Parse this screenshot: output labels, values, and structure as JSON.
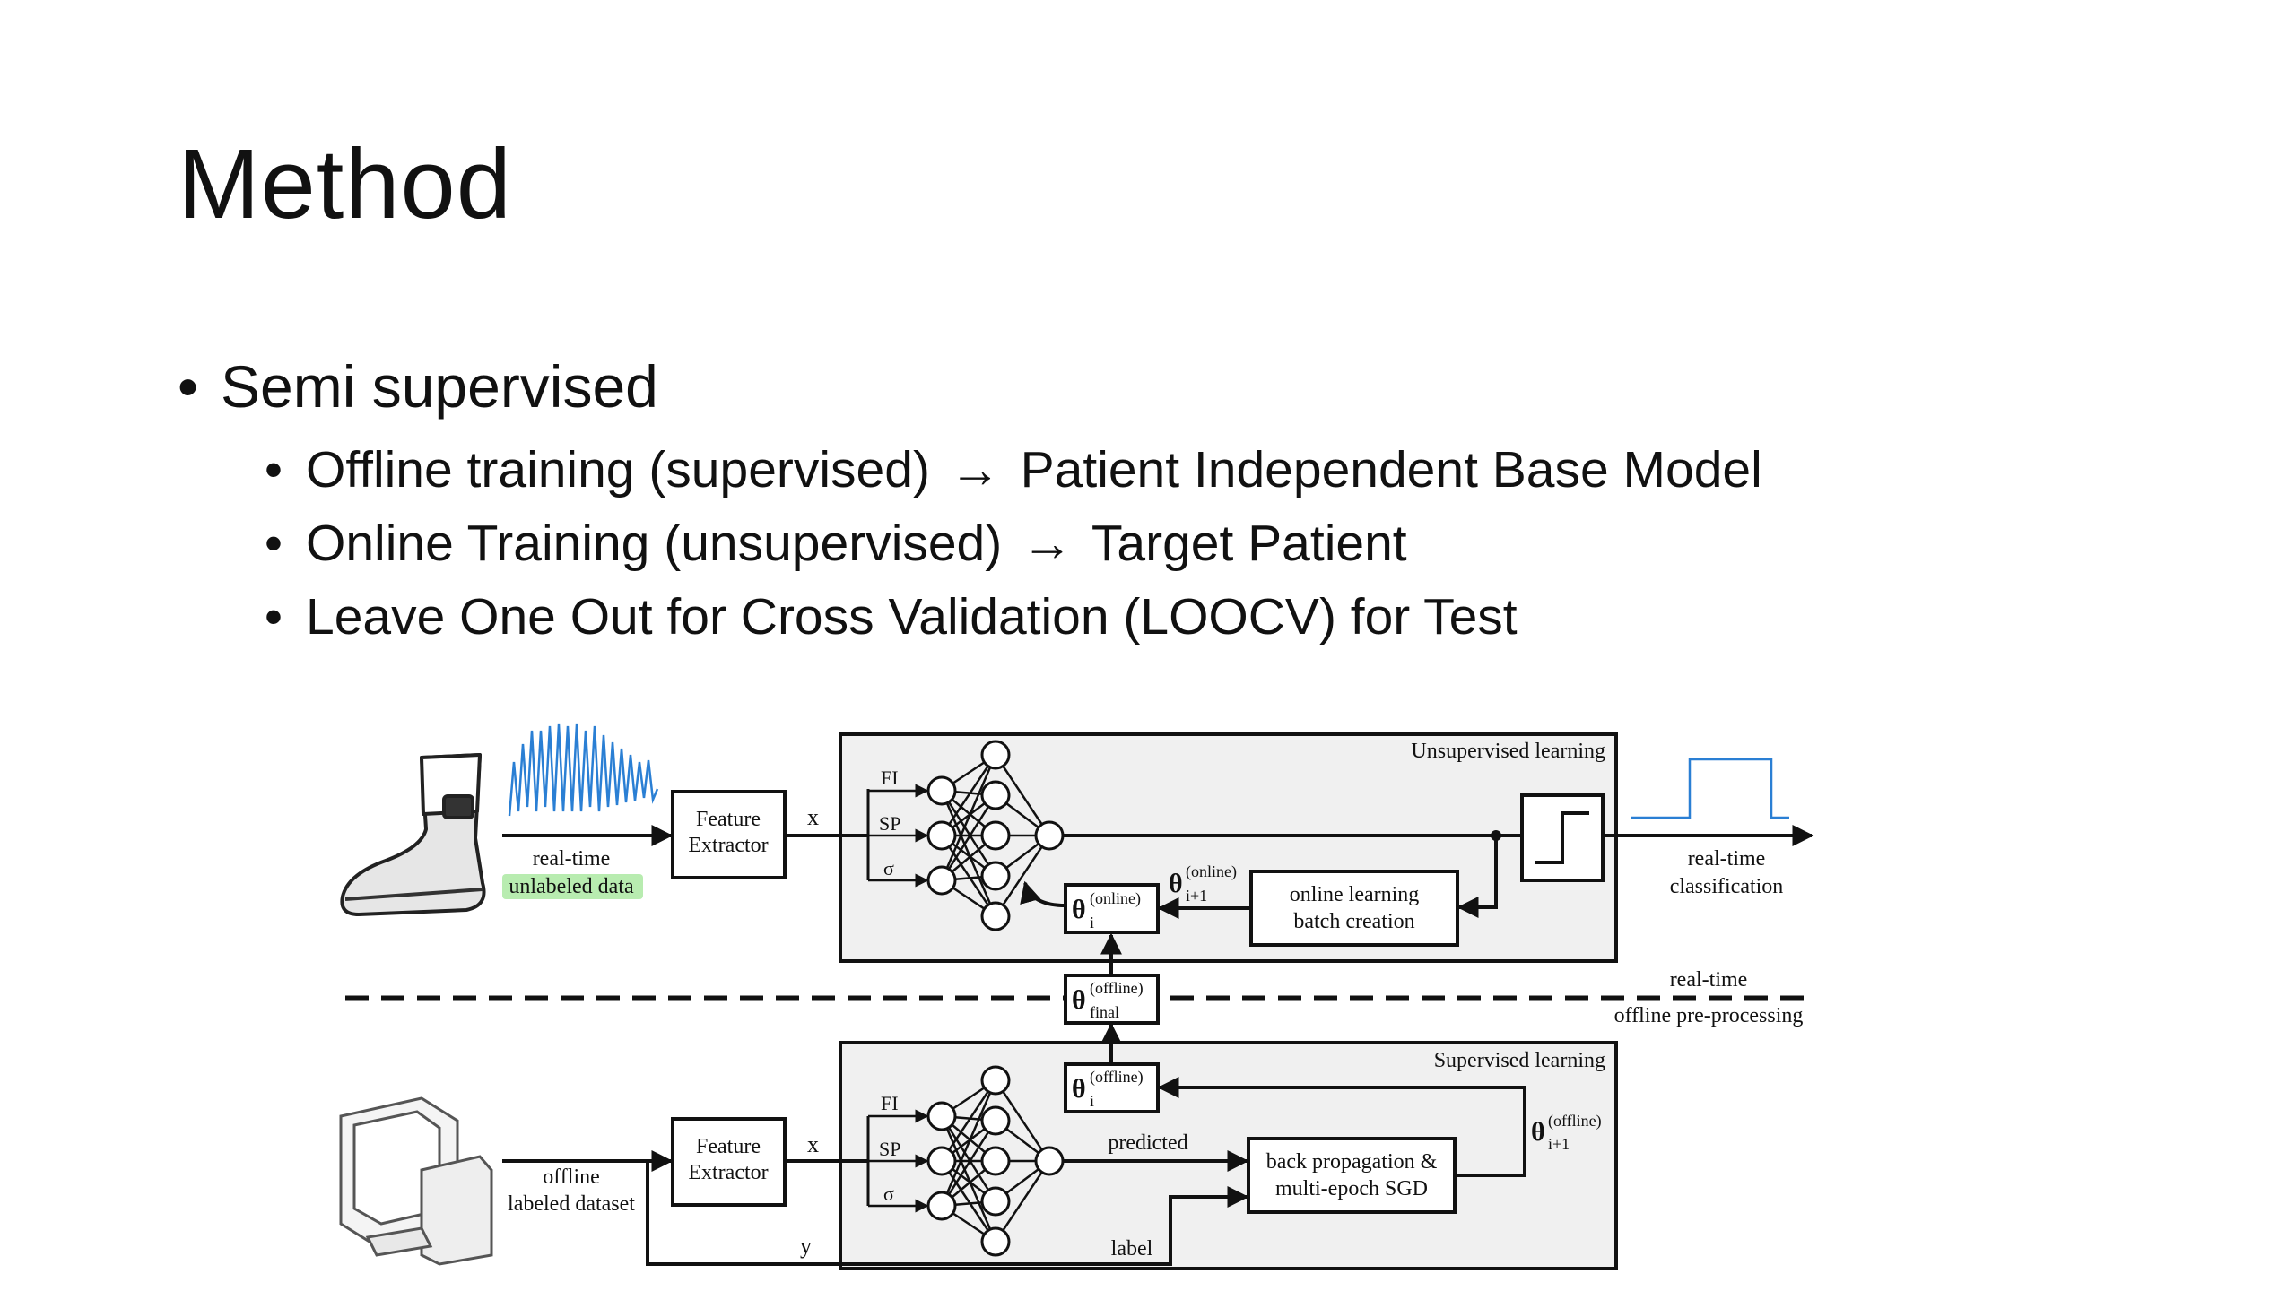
{
  "title": "Method",
  "bullet": "Semi supervised",
  "sub_bullets": [
    {
      "left": "Offline training (supervised)",
      "arrow": "→",
      "right": "Patient Independent Base Model"
    },
    {
      "left": "Online Training (unsupervised)",
      "arrow": "→",
      "right": "Target Patient"
    },
    {
      "text": "Leave One Out for Cross Validation (LOOCV) for Test"
    }
  ],
  "diagram": {
    "unsupervised_label": "Unsupervised learning",
    "supervised_label": "Supervised learning",
    "feature_extractor_line1": "Feature",
    "feature_extractor_line2": "Extractor",
    "x_label": "x",
    "y_label": "y",
    "input_fi": "FI",
    "input_sp": "SP",
    "input_sigma": "σ",
    "realtime_input_line1": "real-time",
    "realtime_input_line2": "unlabeled data",
    "realtime_output_line1": "real-time",
    "realtime_output_line2": "classification",
    "online_batch_line1": "online learning",
    "online_batch_line2": "batch creation",
    "theta": "θ",
    "theta_online_i_sup": "(online)",
    "theta_online_i_sub": "i",
    "theta_online_next_sup": "(online)",
    "theta_online_next_sub": "i+1",
    "theta_final_sup": "(offline)",
    "theta_final_sub": "final",
    "theta_offline_i_sup": "(offline)",
    "theta_offline_i_sub": "i",
    "theta_offline_next_sup": "(offline)",
    "theta_offline_next_sub": "i+1",
    "realtime_divider": "real-time",
    "offline_divider": "offline pre-processing",
    "offline_input_line1": "offline",
    "offline_input_line2": "labeled dataset",
    "predicted_label": "predicted",
    "label_label": "label",
    "backprop_line1": "back propagation &",
    "backprop_line2": "multi-epoch SGD",
    "highlight_color": "#b8ecb0",
    "signal_color": "#2a7fd4",
    "panel_color": "#f0f0f0"
  }
}
